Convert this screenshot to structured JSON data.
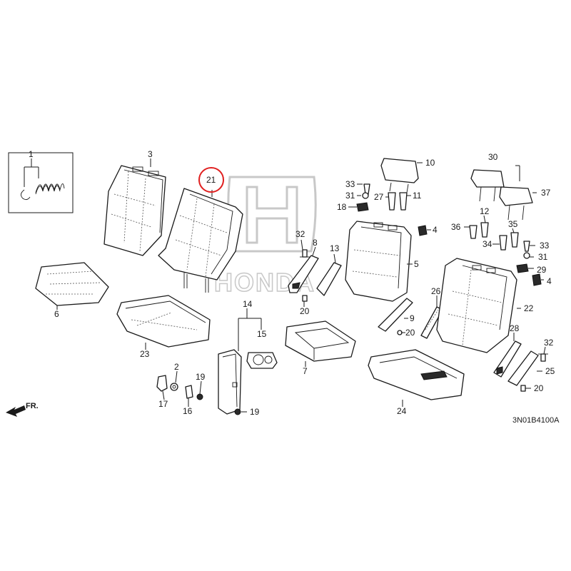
{
  "diagram": {
    "code": "3N01B4100A",
    "direction_label": "FR.",
    "highlighted_callout": "21",
    "colors": {
      "line": "#1a1a1a",
      "highlight": "#e02020",
      "watermark": "#c8c8c8"
    },
    "callouts": {
      "c1": "1",
      "c2": "2",
      "c3": "3",
      "c4a": "4",
      "c4b": "4",
      "c5": "5",
      "c6": "6",
      "c7": "7",
      "c8": "8",
      "c9": "9",
      "c10": "10",
      "c11": "11",
      "c12": "12",
      "c13": "13",
      "c14": "14",
      "c15": "15",
      "c16": "16",
      "c17": "17",
      "c18": "18",
      "c19a": "19",
      "c19b": "19",
      "c20a": "20",
      "c20b": "20",
      "c20c": "20",
      "c21": "21",
      "c22": "22",
      "c23": "23",
      "c24": "24",
      "c25": "25",
      "c26": "26",
      "c27": "27",
      "c28": "28",
      "c29": "29",
      "c30": "30",
      "c31a": "31",
      "c31b": "31",
      "c32a": "32",
      "c32b": "32",
      "c33a": "33",
      "c33b": "33",
      "c34": "34",
      "c35": "35",
      "c36": "36",
      "c37": "37"
    }
  }
}
